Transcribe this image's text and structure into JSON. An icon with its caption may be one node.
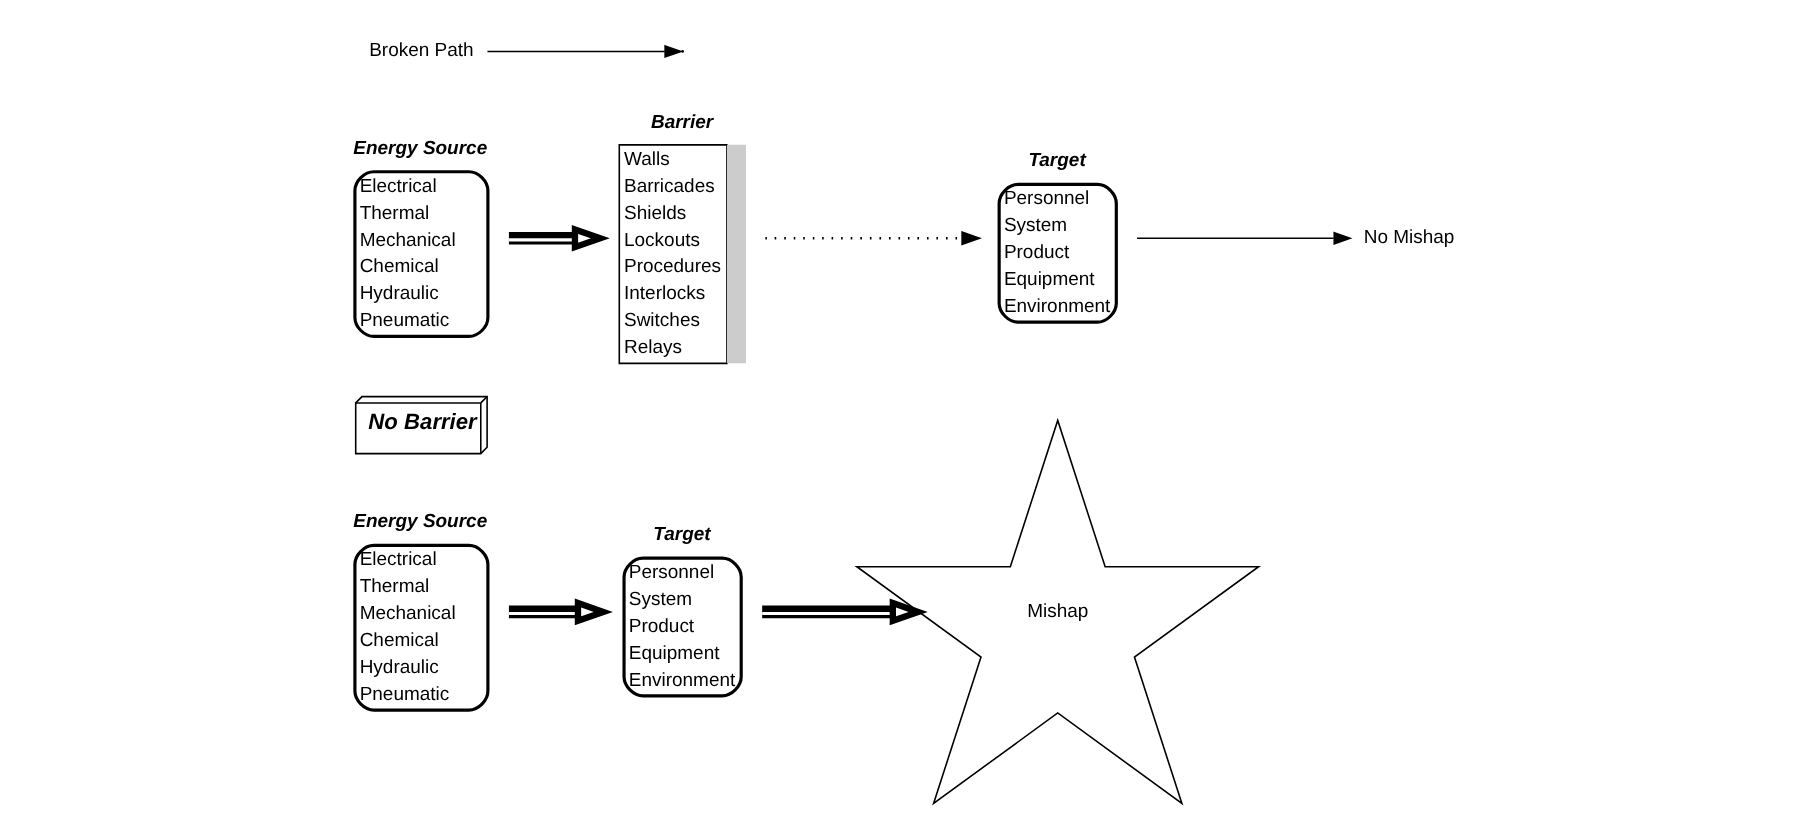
{
  "diagram": {
    "nodes": [
      {
        "text": [
          "Energy Source",
          "Electrical",
          "Thermal",
          "Mechanical",
          "Chemical",
          "Hydraulic",
          "Pneumatic"
        ]
      },
      {
        "text": [
          "Target",
          "Personnel",
          "System",
          "Product",
          "Equipment",
          "Environment"
        ]
      },
      {
        "text": [
          "Mishap"
        ]
      },
      {
        "text": [
          "No Barrier"
        ]
      },
      {
        "text": [
          "Energy Source",
          "Electrical",
          "Thermal",
          "Mechanical",
          "Chemical",
          "Hydraulic",
          "Pneumatic"
        ]
      },
      {
        "text": [
          "Barrier",
          "Walls",
          "Barricades",
          "Shields",
          "Lockouts",
          "Procedures",
          "Interlocks",
          "Switches",
          "Relays"
        ]
      },
      {
        "text": [
          "Target",
          "Personnel",
          "System",
          "Product",
          "Equipment",
          "Environment"
        ]
      },
      {
        "text": [
          "No Mishap"
        ]
      },
      {
        "text": [
          "Broken Path"
        ]
      }
    ],
    "edges": [
      {
        "from": 0,
        "to": 1,
        "arrow": "to",
        "style": "thick"
      },
      {
        "from": 1,
        "to": 2,
        "arrow": "to",
        "style": "thick"
      },
      {
        "from": 4,
        "to": 5,
        "arrow": "to",
        "style": "thick"
      },
      {
        "from": 5,
        "to": 6,
        "arrow": "to",
        "style": "dashed"
      },
      {
        "from": 6,
        "to": 7,
        "arrow": "to"
      },
      {
        "from": 8,
        "to": null,
        "arrow": "to"
      }
    ]
  }
}
